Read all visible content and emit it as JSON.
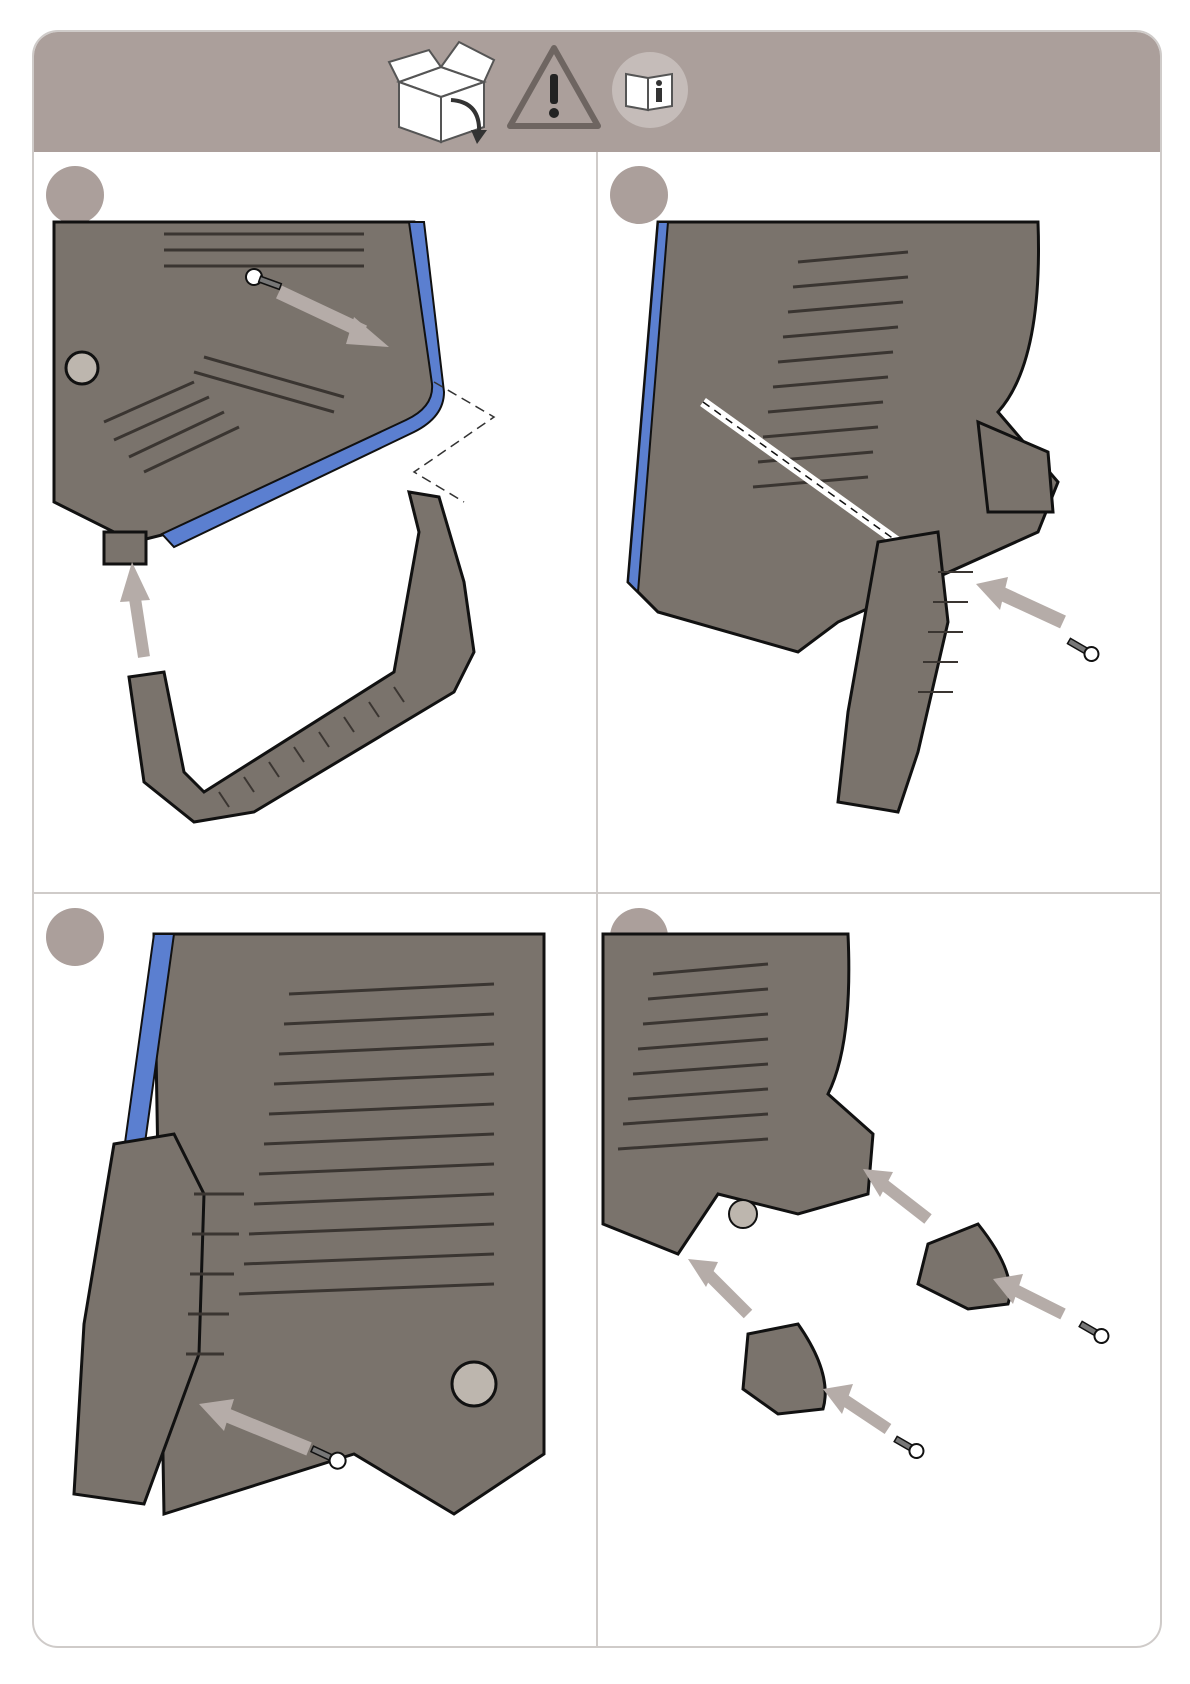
{
  "header": {
    "icons": [
      {
        "name": "unbox-icon"
      },
      {
        "name": "warning-icon"
      },
      {
        "name": "manual-info-icon"
      }
    ],
    "colors": {
      "band": "#ab9f9b",
      "accent_blue": "#5b7fd0",
      "body_grey": "#7a736c",
      "arrow": "#b5aca8"
    }
  },
  "panels": [
    {
      "id": 1,
      "caption_icon": "handle-attach-screw"
    },
    {
      "id": 2,
      "caption_icon": "hose-holder-attach-screw"
    },
    {
      "id": 3,
      "caption_icon": "hose-holder-screw-detail"
    },
    {
      "id": 4,
      "caption_icon": "wheel-feet-attach-screws"
    }
  ]
}
